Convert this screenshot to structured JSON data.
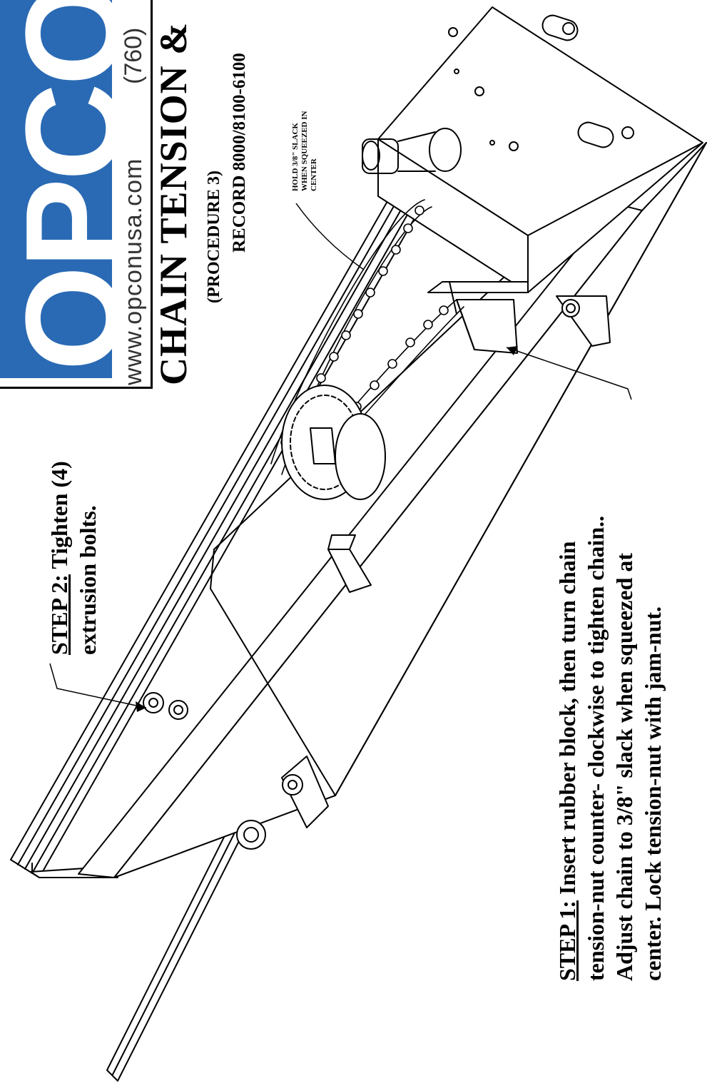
{
  "logo": {
    "text": "OPCO"
  },
  "contact": {
    "website": "www.opconusa.com",
    "phone": "(760)"
  },
  "header": {
    "title": "CHAIN TENSION &",
    "procedure": "(PROCEDURE 3)",
    "record": "RECORD 8000/8100-6100"
  },
  "callout_small": {
    "line1": "HOLD 3/8\" SLACK",
    "line2": "WHEN SQUEEZED IN",
    "line3": "CENTER"
  },
  "step2": {
    "label": "STEP 2:",
    "line1_rest": "Tighten (4)",
    "line2": "extrusion bolts."
  },
  "step1": {
    "label": "STEP 1:",
    "line1_rest": "Insert rubber block, then turn chain",
    "line2": "tension-nut counter- clockwise to tighten chain..",
    "line3": "Adjust chain to 3/8\" slack when squeezed at",
    "line4": "center.  Lock tension-nut with jam-nut."
  }
}
